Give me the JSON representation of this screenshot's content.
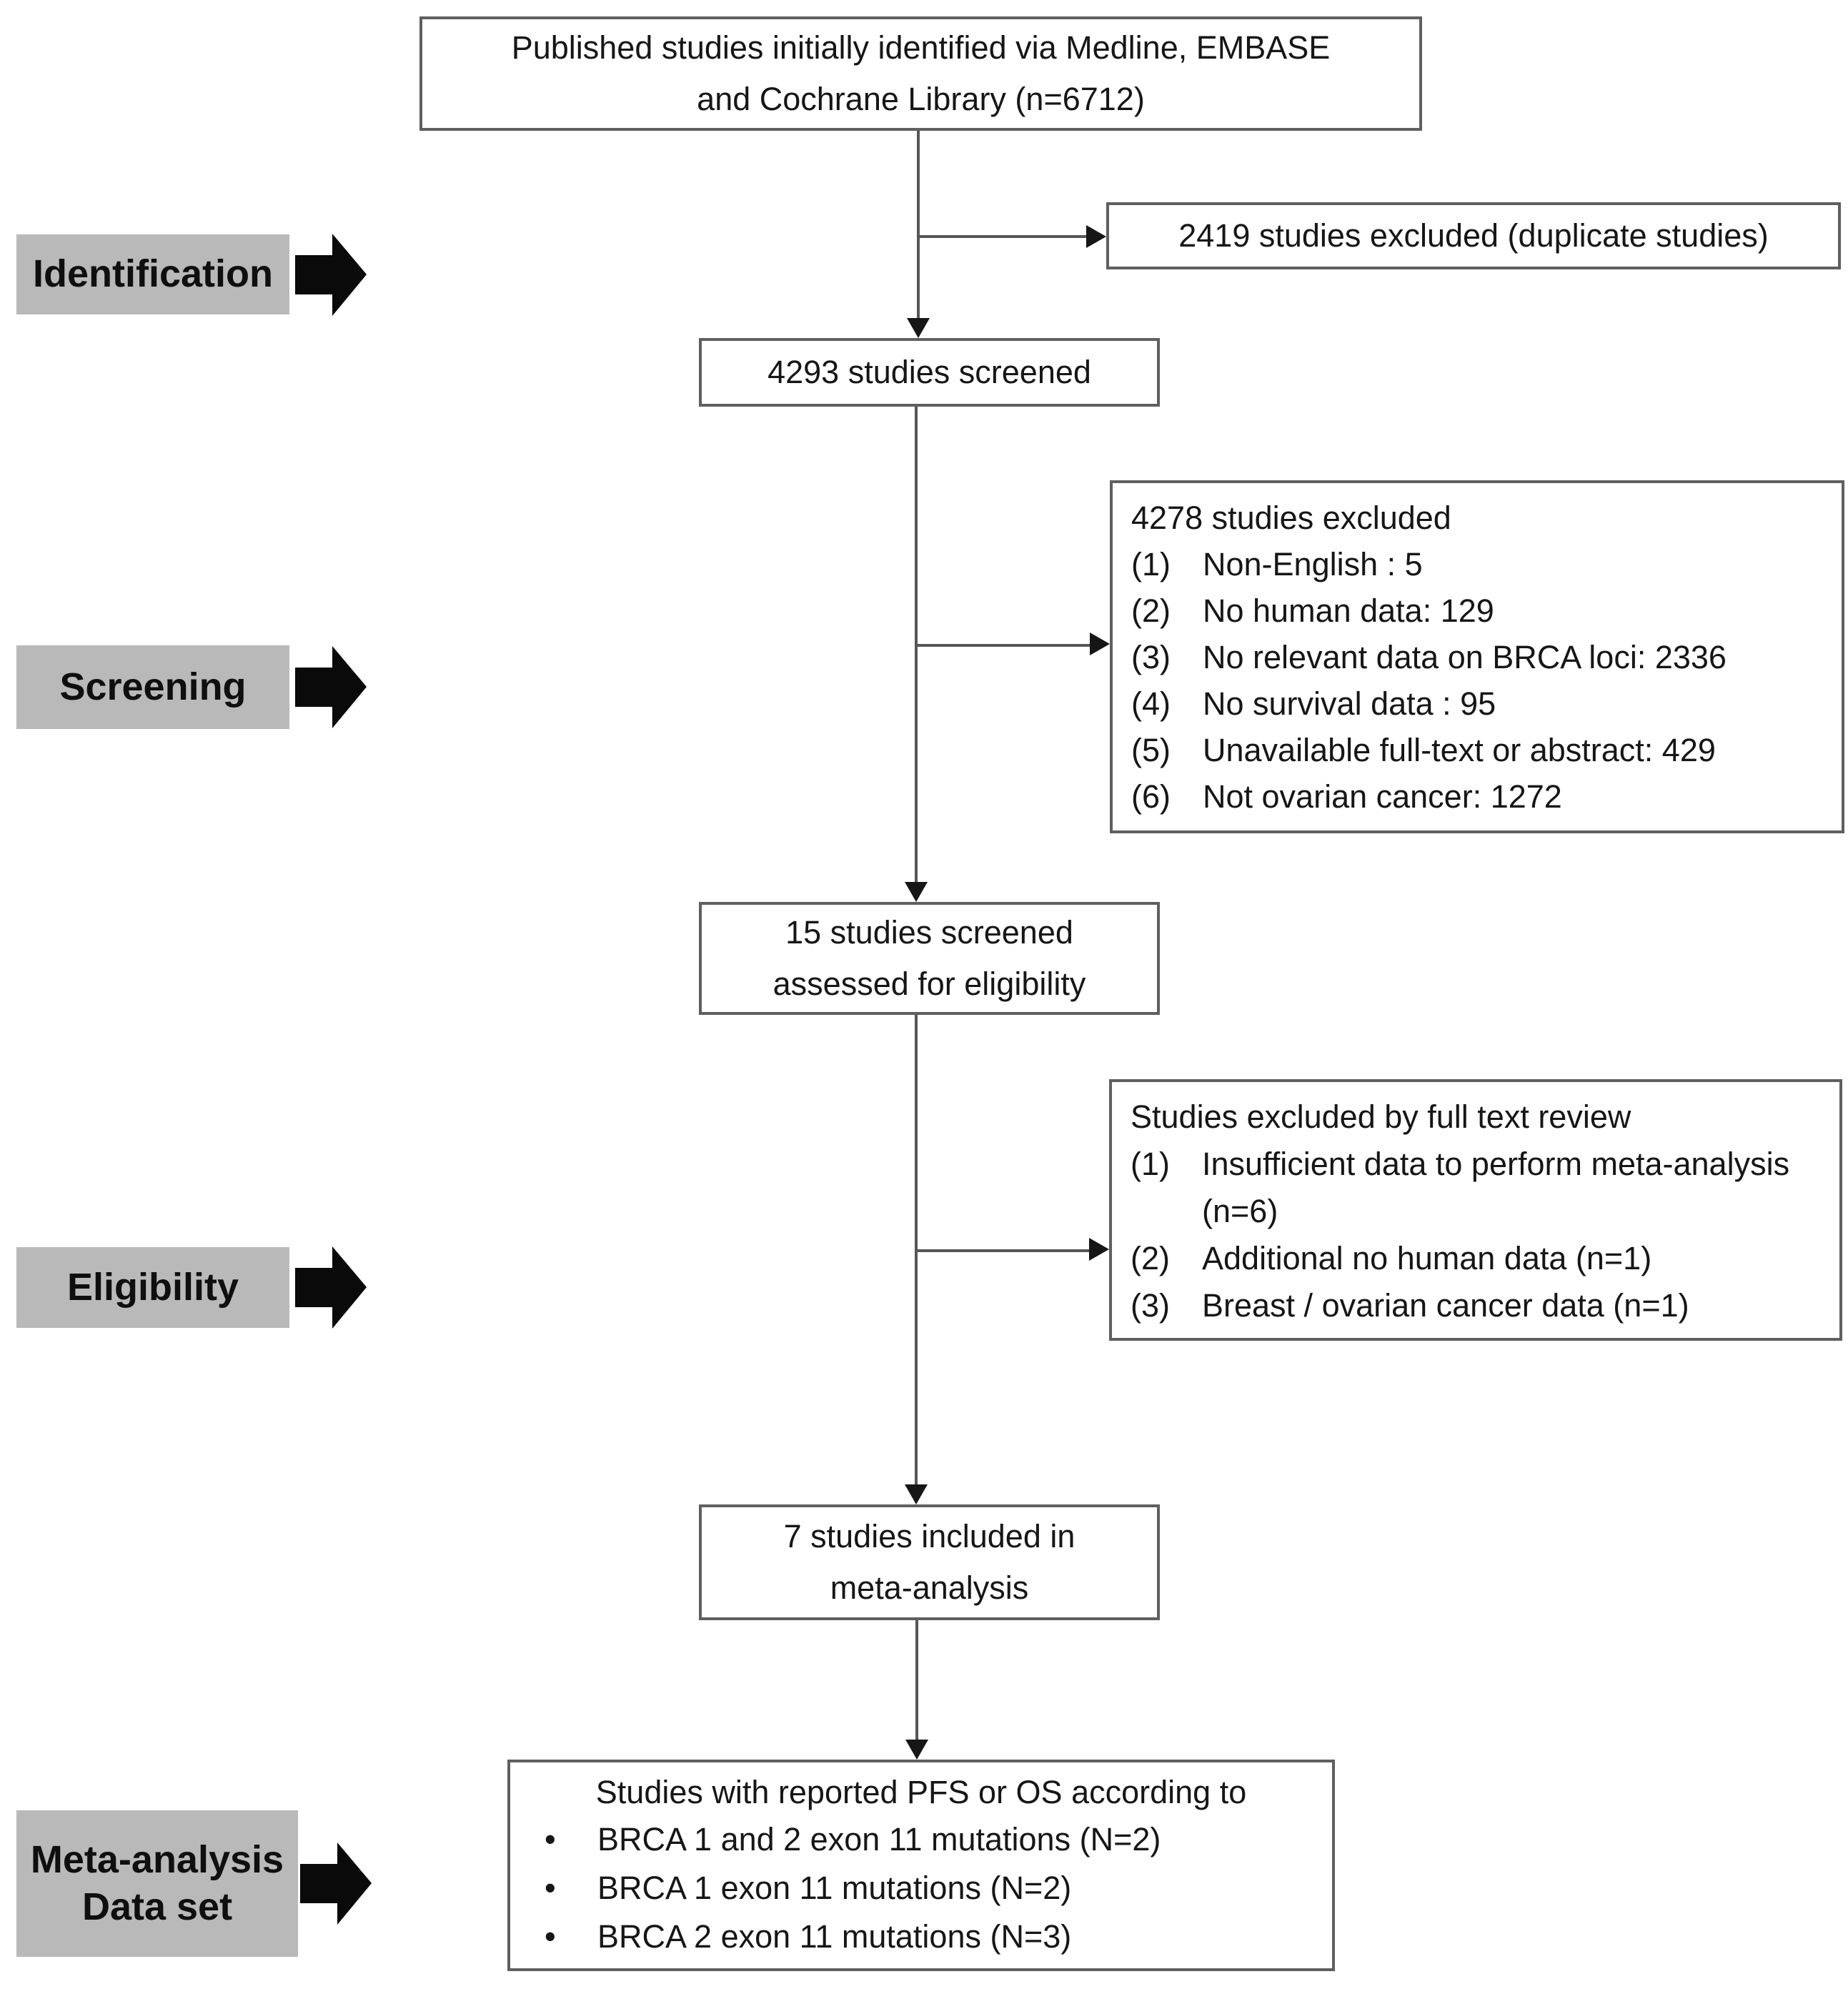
{
  "palette": {
    "background": "#ffffff",
    "box_border": "#5f5f5f",
    "connector_line": "#565656",
    "arrowhead": "#161616",
    "stage_label_bg": "#b9b9b9",
    "stage_arrow": "#0a0a0a",
    "text": "#161616"
  },
  "stages": [
    {
      "label": "Identification"
    },
    {
      "label": "Screening"
    },
    {
      "label": "Eligibility"
    },
    {
      "label": "Meta-analysis Data set"
    }
  ],
  "boxes": {
    "identified": {
      "line1": "Published studies initially identified via Medline, EMBASE",
      "line2": "and Cochrane Library (n=6712)"
    },
    "duplicates_excluded": {
      "text": "2419 studies excluded (duplicate studies)"
    },
    "screened": {
      "text": "4293 studies screened"
    },
    "screening_excluded": {
      "title": "4278 studies excluded",
      "items": [
        {
          "marker": "(1)",
          "text": "Non-English : 5"
        },
        {
          "marker": "(2)",
          "text": "No human data: 129"
        },
        {
          "marker": "(3)",
          "text": "No relevant data on BRCA loci: 2336"
        },
        {
          "marker": "(4)",
          "text": "No survival data : 95"
        },
        {
          "marker": "(5)",
          "text": "Unavailable full-text or abstract: 429"
        },
        {
          "marker": "(6)",
          "text": "Not ovarian cancer: 1272"
        }
      ]
    },
    "assessed": {
      "line1": "15 studies screened",
      "line2": "assessed for eligibility"
    },
    "fulltext_excluded": {
      "title": "Studies excluded by full text review",
      "items": [
        {
          "marker": "(1)",
          "text": "Insufficient data to perform meta-analysis (n=6)"
        },
        {
          "marker": "(2)",
          "text": "Additional no human data (n=1)"
        },
        {
          "marker": "(3)",
          "text": "Breast / ovarian cancer data (n=1)"
        }
      ]
    },
    "included": {
      "line1": "7 studies included in",
      "line2": "meta-analysis"
    },
    "dataset": {
      "title": "Studies with reported PFS or OS according to",
      "bullet_char": "•",
      "items": [
        {
          "text": "BRCA 1 and 2 exon 11 mutations (N=2)"
        },
        {
          "text": "BRCA 1 exon 11 mutations (N=2)"
        },
        {
          "text": "BRCA 2 exon 11 mutations (N=3)"
        }
      ]
    }
  }
}
